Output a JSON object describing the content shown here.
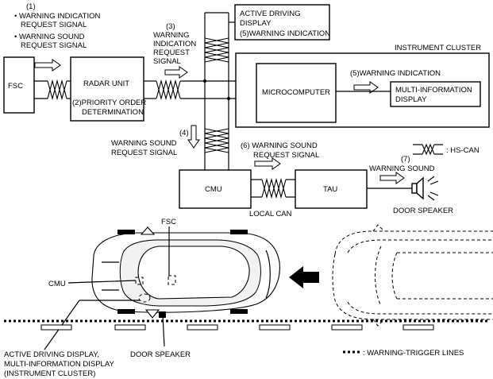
{
  "labels": {
    "n1": "(1)",
    "fsc_sig1": "• WARNING INDICATION",
    "fsc_sig1b": "REQUEST SIGNAL",
    "fsc_sig2": "• WARNING SOUND",
    "fsc_sig2b": "REQUEST SIGNAL",
    "fsc": "FSC",
    "radar": "RADAR UNIT",
    "priority1": "(2)PRIORITY ORDER",
    "priority2": "DETERMINATION",
    "n3": "(3)",
    "wir1": "WARNING",
    "wir2": "INDICATION",
    "wir3": "REQUEST",
    "wir4": "SIGNAL",
    "add1": "ACTIVE DRIVING",
    "add2": "DISPLAY",
    "add3": "(5)WARNING INDICATION",
    "ic": "INSTRUMENT CLUSTER",
    "micro": "MICROCOMPUTER",
    "wi5": "(5)WARNING INDICATION",
    "mid1": "MULTI-INFORMATION",
    "mid2": "DISPLAY",
    "n4": "(4)",
    "wsr1": "WARNING SOUND",
    "wsr2": "REQUEST SIGNAL",
    "n6a": "(6) WARNING SOUND",
    "n6b": "REQUEST SIGNAL",
    "hscan": ": HS-CAN",
    "n7": "(7)",
    "ws": "WARNING SOUND",
    "cmu": "CMU",
    "tau": "TAU",
    "localcan": "LOCAL CAN",
    "doorspk": "DOOR SPEAKER",
    "fsc_car": "FSC",
    "cmu_car": "CMU",
    "bl1": "ACTIVE DRIVING DISPLAY,",
    "bl2": "MULTI-INFORMATION DISPLAY",
    "bl3": "(INSTRUMENT CLUSTER)",
    "doorspk2": "DOOR SPEAKER",
    "trigger": ": WARNING-TRIGGER LINES"
  }
}
